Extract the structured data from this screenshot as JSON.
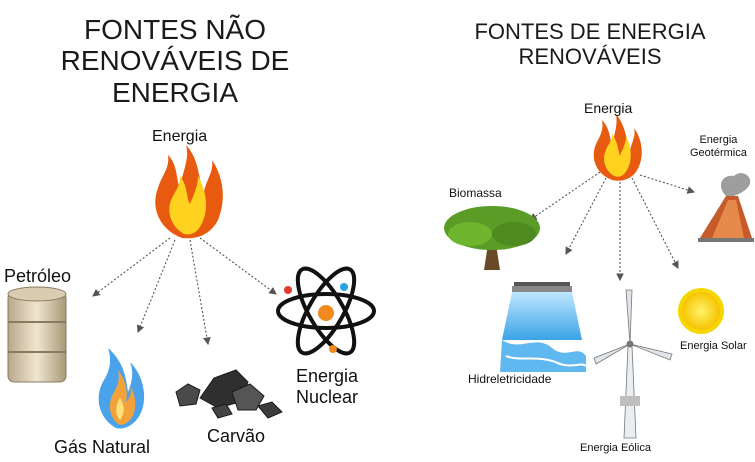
{
  "left": {
    "title": "FONTES NÃO\nRENOVÁVEIS DE\nENERGIA",
    "center": "Energia",
    "items": {
      "petroleo": "Petróleo",
      "gas": "Gás Natural",
      "carvao": "Carvão",
      "nuclear": "Energia\nNuclear"
    }
  },
  "right": {
    "title": "FONTES DE ENERGIA\nRENOVÁVEIS",
    "center": "Energia",
    "items": {
      "biomassa": "Biomassa",
      "geotermica": "Energia\nGeotérmica",
      "hidro": "Hidreletricidade",
      "eolica": "Energia Eólica",
      "solar": "Energia Solar"
    }
  },
  "colors": {
    "flame_outer": "#e85a10",
    "flame_inner": "#ffd21f",
    "arrow": "#555555"
  }
}
